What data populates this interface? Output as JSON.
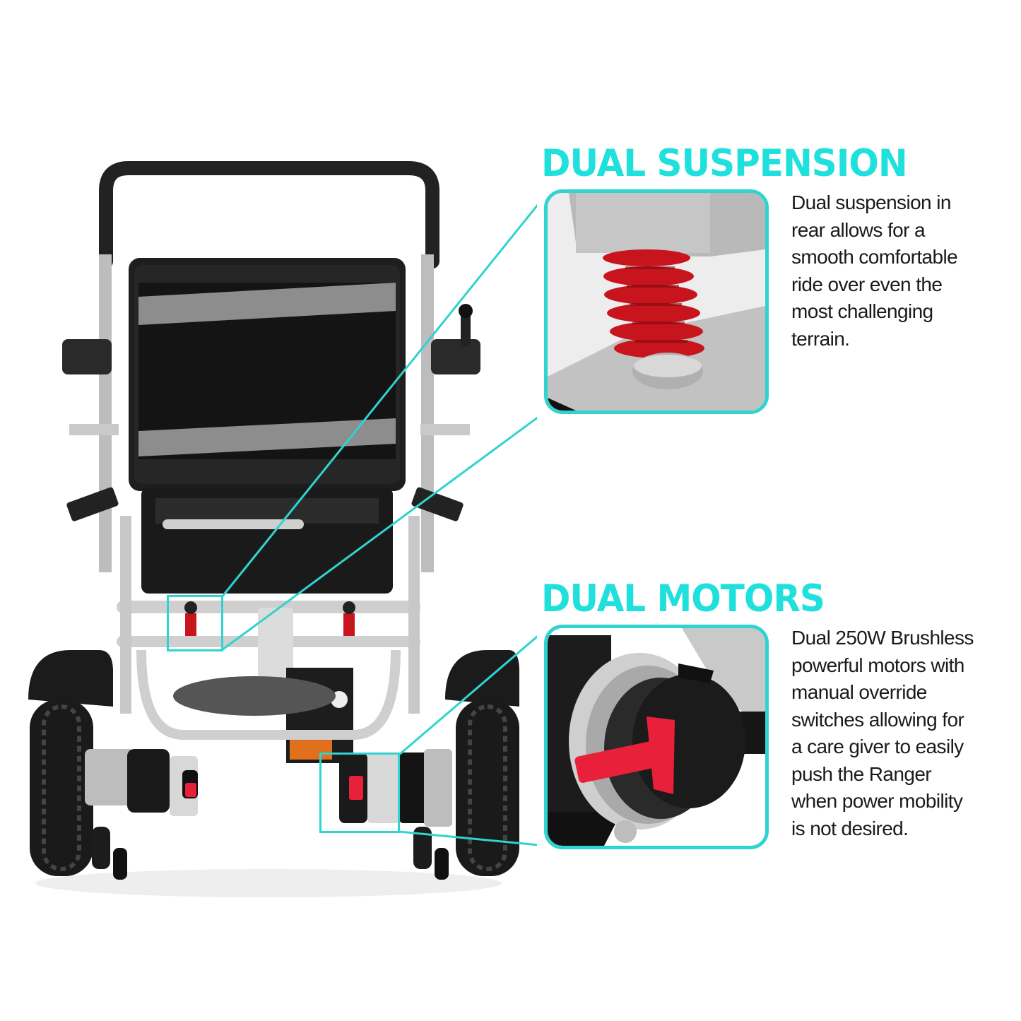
{
  "features": [
    {
      "title": "DUAL SUSPENSION",
      "description_lines": [
        "Dual suspension in",
        "rear allows for a",
        "smooth comfortable",
        "ride over even the",
        "most challenging",
        "terrain."
      ],
      "inset_subject": "red-coil-spring"
    },
    {
      "title": "DUAL MOTORS",
      "description_lines": [
        "Dual 250W Brushless",
        "powerful motors with",
        "manual override",
        "switches allowing for",
        "a care giver to easily",
        "push the Ranger",
        "when power mobility",
        "is not desired."
      ],
      "inset_subject": "motor-override-lever"
    }
  ],
  "colors": {
    "accent": "#1fe0dc",
    "callout_border": "#2fd3cf",
    "spring_red": "#c8141c",
    "lever_red": "#e8203a",
    "frame_silver": "#c9c9c9",
    "fabric_black": "#1c1c1c"
  }
}
